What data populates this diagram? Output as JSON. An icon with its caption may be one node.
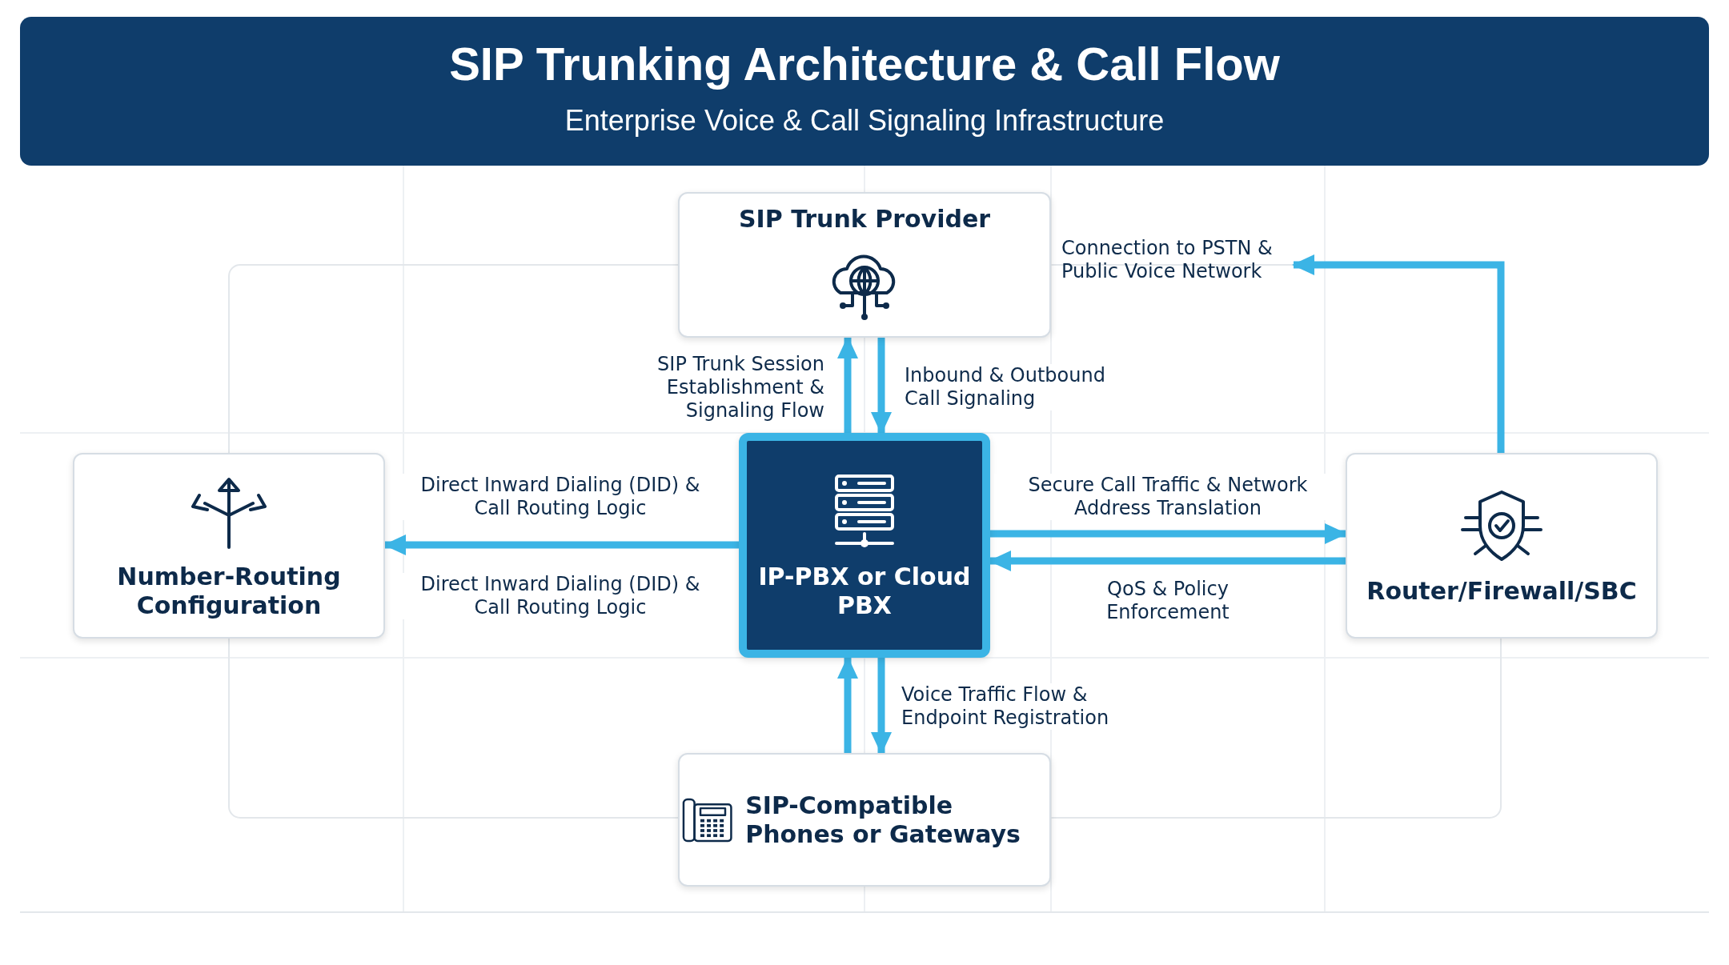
{
  "diagram": {
    "title": "SIP Trunking Architecture & Call Flow",
    "caption": "Enterprise Voice & Call Signaling Infrastructure",
    "nodes": [
      {
        "text": [
          "SIP Trunk Provider"
        ]
      },
      {
        "text": [
          "Number-Routing Configuration"
        ]
      },
      {
        "text": [
          "IP-PBX or Cloud PBX"
        ]
      },
      {
        "text": [
          "Router/Firewall/SBC"
        ]
      },
      {
        "text": [
          "SIP-Compatible Phones or Gateways"
        ]
      },
      {
        "text": [
          "Connection to PSTN & Public Voice Network"
        ]
      }
    ],
    "edges": [
      {
        "from": 2,
        "to": 0,
        "arrow": "to",
        "label": "SIP Trunk Session Establishment & Signaling Flow"
      },
      {
        "from": 0,
        "to": 2,
        "arrow": "to",
        "label": "Inbound & Outbound Call Signaling"
      },
      {
        "from": 2,
        "to": 1,
        "arrow": "to",
        "label": "Direct Inward Dialing (DID) & Call Routing Logic"
      },
      {
        "from": 2,
        "to": 3,
        "arrow": "to",
        "label": "Secure Call Traffic & Network Address Translation"
      },
      {
        "from": 3,
        "to": 2,
        "arrow": "to",
        "label": "QoS & Policy Enforcement"
      },
      {
        "from": 3,
        "to": 5,
        "arrow": "to"
      },
      {
        "from": 2,
        "to": 4,
        "arrow": "to",
        "label": "Voice Traffic Flow & Endpoint Registration"
      },
      {
        "from": 4,
        "to": 2,
        "arrow": "to"
      }
    ],
    "labels": [
      "Direct Inward Dialing (DID) & Call Routing Logic"
    ]
  }
}
